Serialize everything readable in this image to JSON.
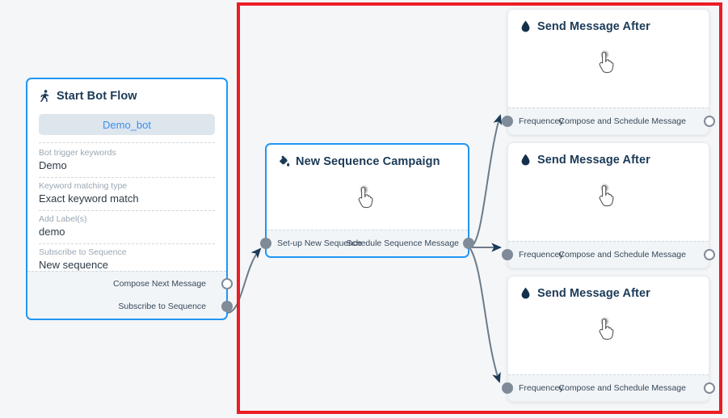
{
  "canvas": {
    "background_color": "#f4f6f8",
    "highlight_color": "#ed1c24"
  },
  "theme": {
    "node_border_active": "#2196f3",
    "header_text": "#1b3a57",
    "pill_bg": "#dde5ed",
    "pill_text": "#3d8ef0",
    "label_muted": "#9aa7b2",
    "port_filled": "#7f8b98",
    "connector": "#6d7b88"
  },
  "nodes": {
    "start_bot_flow": {
      "title": "Start Bot Flow",
      "icon": "running-person-icon",
      "bot_pill": "Demo_bot",
      "fields": [
        {
          "label": "Bot trigger keywords",
          "value": "Demo"
        },
        {
          "label": "Keyword matching type",
          "value": "Exact keyword match"
        },
        {
          "label": "Add Label(s)",
          "value": "demo"
        },
        {
          "label": "Subscribe to Sequence",
          "value": "New sequence"
        }
      ],
      "ports": [
        {
          "label": "Compose Next Message",
          "style": "hollow"
        },
        {
          "label": "Subscribe to Sequence",
          "style": "filled"
        }
      ]
    },
    "new_sequence_campaign": {
      "title": "New Sequence Campaign",
      "icon": "paint-pour-icon",
      "body_icon": "hand-pointer-icon",
      "input_port_label": "Set-up New Sequence",
      "output_port_label": "Schedule Sequence Message"
    },
    "send_message_after": [
      {
        "title": "Send Message After",
        "icon": "water-droplet-icon",
        "body_icon": "hand-pointer-icon",
        "input_port_label": "Frequencey",
        "output_port_label": "Compose and Schedule Message"
      },
      {
        "title": "Send Message After",
        "icon": "water-droplet-icon",
        "body_icon": "hand-pointer-icon",
        "input_port_label": "Frequencey",
        "output_port_label": "Compose and Schedule Message"
      },
      {
        "title": "Send Message After",
        "icon": "water-droplet-icon",
        "body_icon": "hand-pointer-icon",
        "input_port_label": "Frequencey",
        "output_port_label": "Compose and Schedule Message"
      }
    ]
  }
}
